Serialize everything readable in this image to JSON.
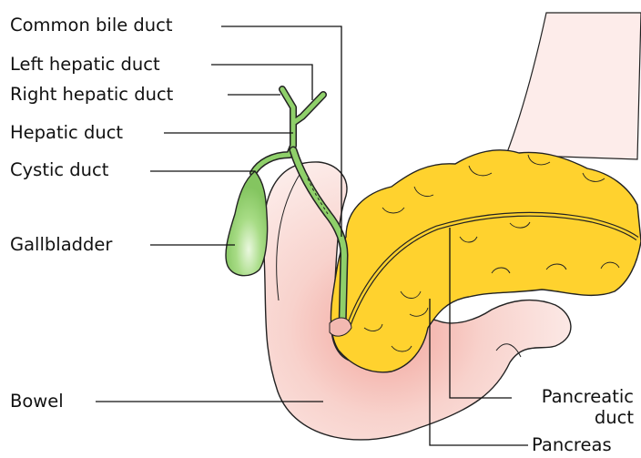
{
  "labels": {
    "common_bile_duct": "Common bile duct",
    "left_hepatic_duct": "Left hepatic duct",
    "right_hepatic_duct": "Right hepatic duct",
    "hepatic_duct": "Hepatic duct",
    "cystic_duct": "Cystic duct",
    "gallbladder": "Gallbladder",
    "bowel": "Bowel",
    "pancreatic_duct_line1": "Pancreatic",
    "pancreatic_duct_line2": "duct",
    "pancreas": "Pancreas"
  },
  "colors": {
    "duct_green": "#8fd06a",
    "gallbladder_green": "#9fd77a",
    "pancreas_yellow": "#ffd02a",
    "bowel_pink": "#f7d3cf",
    "outline": "#222222"
  }
}
